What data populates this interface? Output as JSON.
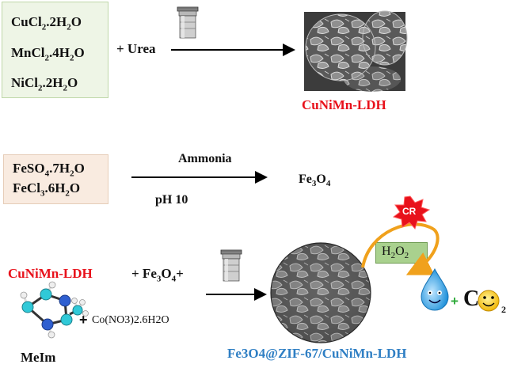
{
  "step1": {
    "reagents": [
      {
        "pre": "CuCl",
        "s1": "2",
        "post": ".2H",
        "s2": "2",
        "end": "O"
      },
      {
        "pre": "MnCl",
        "s1": "2",
        "post": ".4H",
        "s2": "2",
        "end": "O"
      },
      {
        "pre": "NiCl",
        "s1": "2",
        "post": ".2H",
        "s2": "2",
        "end": "O"
      }
    ],
    "plus_reagent": "+ Urea",
    "product": "CuNiMn-LDH"
  },
  "step2": {
    "reagents": [
      {
        "pre": "FeSO",
        "s1": "4",
        "post": ".7H",
        "s2": "2",
        "end": "O"
      },
      {
        "pre": "FeCl",
        "s1": "3",
        "post": ".6H",
        "s2": "2",
        "end": "O"
      }
    ],
    "condition_top": "Ammonia",
    "condition_bottom": "pH 10",
    "product": {
      "pre": "Fe",
      "s1": "3",
      "post": "O",
      "s2": "4"
    }
  },
  "step3": {
    "reactant": "CuNiMn-LDH",
    "plus_fe3o4": {
      "pre": "+ Fe",
      "s1": "3",
      "post": "O",
      "s2": "4",
      "end": "+"
    },
    "cobalt": "Co(NO3)2.6H2O",
    "cobalt_plus": "+",
    "ligand": "MeIm",
    "product": "Fe3O4@ZIF-67/CuNiMn-LDH",
    "cr_badge": "CR",
    "oxidant": {
      "pre": "H",
      "s1": "2",
      "post": "O",
      "s2": "2"
    },
    "plus_sign": "+",
    "co2_c": "C",
    "co2_sub": "2"
  },
  "colors": {
    "step1_box": "#eef5e6",
    "step2_box": "#f9ebe0",
    "red": "#e8111b",
    "blue": "#2f7fc4",
    "orange_arrow": "#f0a11c",
    "h2o2_box": "#a9d18e"
  }
}
